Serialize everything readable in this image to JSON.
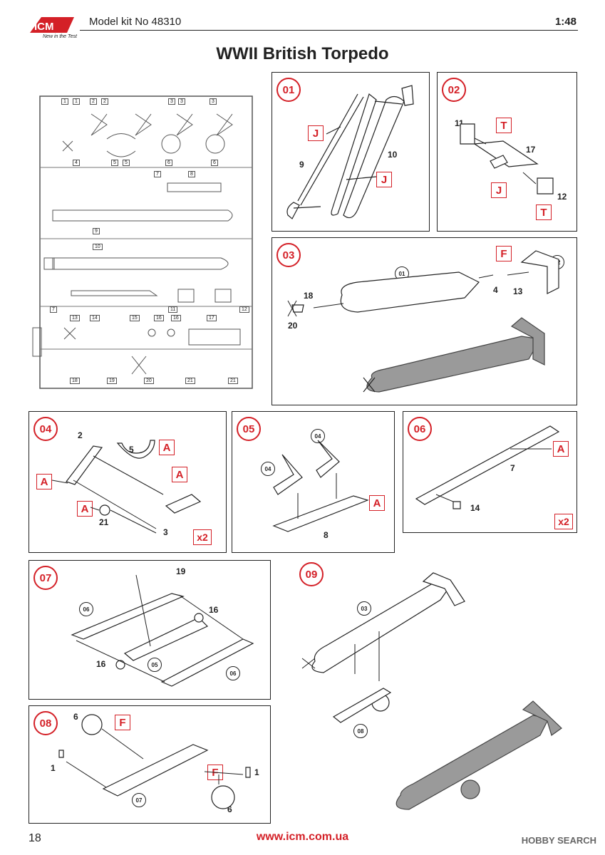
{
  "header": {
    "brand": "ICM",
    "tagline": "New in the Test",
    "kit_number": "Model kit No 48310",
    "scale": "1:48"
  },
  "title": "WWII British Torpedo",
  "sprue": {
    "numbers": [
      "1",
      "1",
      "2",
      "2",
      "3",
      "3",
      "3",
      "4",
      "5",
      "5",
      "6",
      "6",
      "7",
      "8",
      "9",
      "10",
      "7",
      "11",
      "12",
      "13",
      "14",
      "15",
      "16",
      "16",
      "17",
      "18",
      "19",
      "20",
      "21",
      "21"
    ]
  },
  "steps": {
    "s01": {
      "label": "01",
      "tags": [
        "J",
        "J"
      ],
      "parts": [
        "9",
        "10"
      ]
    },
    "s02": {
      "label": "02",
      "tags": [
        "T",
        "J",
        "T"
      ],
      "parts": [
        "11",
        "17",
        "12"
      ]
    },
    "s03": {
      "label": "03",
      "tags": [
        "F"
      ],
      "parts": [
        "18",
        "20",
        "4",
        "13"
      ],
      "refs": [
        "01",
        "02"
      ]
    },
    "s04": {
      "label": "04",
      "tags": [
        "A",
        "A",
        "A",
        "A"
      ],
      "parts": [
        "2",
        "5",
        "21",
        "3"
      ],
      "multiplier": "x2"
    },
    "s05": {
      "label": "05",
      "tags": [
        "A"
      ],
      "parts": [
        "8"
      ],
      "refs": [
        "04",
        "04"
      ]
    },
    "s06": {
      "label": "06",
      "tags": [
        "A"
      ],
      "parts": [
        "7",
        "14"
      ],
      "multiplier": "x2"
    },
    "s07": {
      "label": "07",
      "parts": [
        "19",
        "16",
        "16"
      ],
      "refs": [
        "06",
        "05",
        "06"
      ]
    },
    "s08": {
      "label": "08",
      "tags": [
        "F",
        "F"
      ],
      "parts": [
        "6",
        "1",
        "1",
        "6"
      ],
      "refs": [
        "07"
      ]
    },
    "s09": {
      "label": "09",
      "refs": [
        "03",
        "08"
      ]
    }
  },
  "footer": {
    "page": "18",
    "url": "www.icm.com.ua",
    "watermark": "HOBBY SEARCH"
  },
  "colors": {
    "accent_red": "#d42027",
    "line": "#222222",
    "shade": "#9a9a9a"
  }
}
